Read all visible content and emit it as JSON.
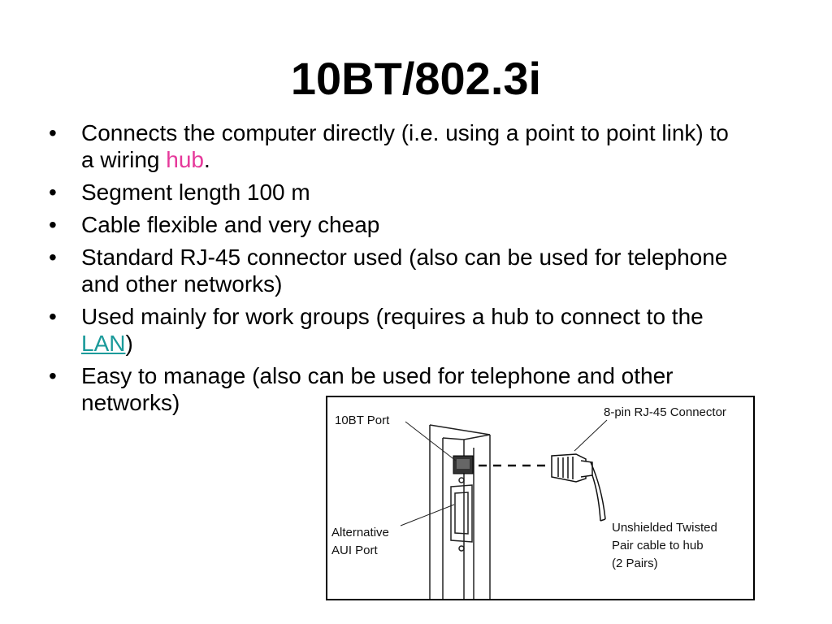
{
  "slide": {
    "title": "10BT/802.3i",
    "bullet_glyph": "•",
    "bullets": [
      {
        "text": "Connects the computer directly (i.e. using a point to point link) to a wiring ",
        "highlight": "hub",
        "after": "."
      },
      {
        "text": "Segment length 100 m"
      },
      {
        "text": "Cable flexible and very cheap"
      },
      {
        "text": "Standard RJ-45 connector used (also can be used for telephone and other networks)"
      },
      {
        "text": "Used mainly for work groups (requires a hub to connect to the ",
        "link": "LAN",
        "after": ")"
      },
      {
        "text": "Easy to manage (also can be used for telephone and other networks)"
      }
    ],
    "highlight_color": "#e6399b",
    "link_color": "#1a9a9a"
  },
  "figure": {
    "port_label": "10BT Port",
    "connector_label": "8-pin RJ-45 Connector",
    "aui_label_line1": "Alternative",
    "aui_label_line2": "AUI Port",
    "cable_label_line1": "Unshielded Twisted",
    "cable_label_line2": "Pair cable to hub",
    "cable_label_line3": "(2 Pairs)"
  }
}
